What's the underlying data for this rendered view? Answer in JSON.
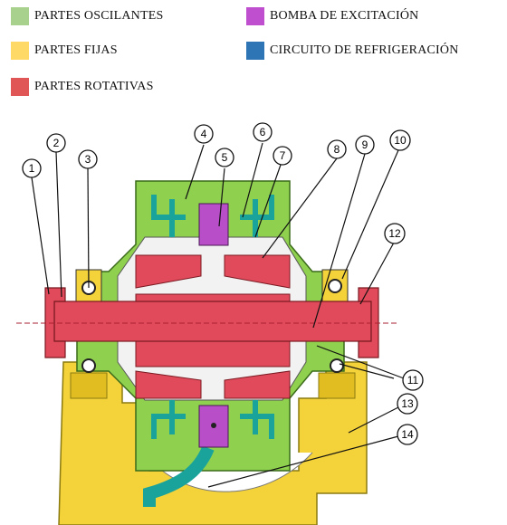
{
  "legend": [
    {
      "label": "PARTES OSCILANTES",
      "color": "#a9d18e"
    },
    {
      "label": "BOMBA DE EXCITACIÓN",
      "color": "#c04fcf"
    },
    {
      "label": "PARTES FIJAS",
      "color": "#ffd966"
    },
    {
      "label": "CIRCUITO DE REFRIGERACIÓN",
      "color": "#2e75b6"
    },
    {
      "label": "PARTES ROTATIVAS",
      "color": "#e05555"
    }
  ],
  "colors": {
    "oscillating": "#8fd14f",
    "fixed": "#f4d23a",
    "rotating": "#e04a5a",
    "pump": "#b84fc8",
    "cooling": "#1aa39a",
    "outline": "#222222"
  },
  "callouts": [
    "1",
    "2",
    "3",
    "4",
    "5",
    "6",
    "7",
    "8",
    "9",
    "10",
    "11",
    "12",
    "13",
    "14"
  ]
}
